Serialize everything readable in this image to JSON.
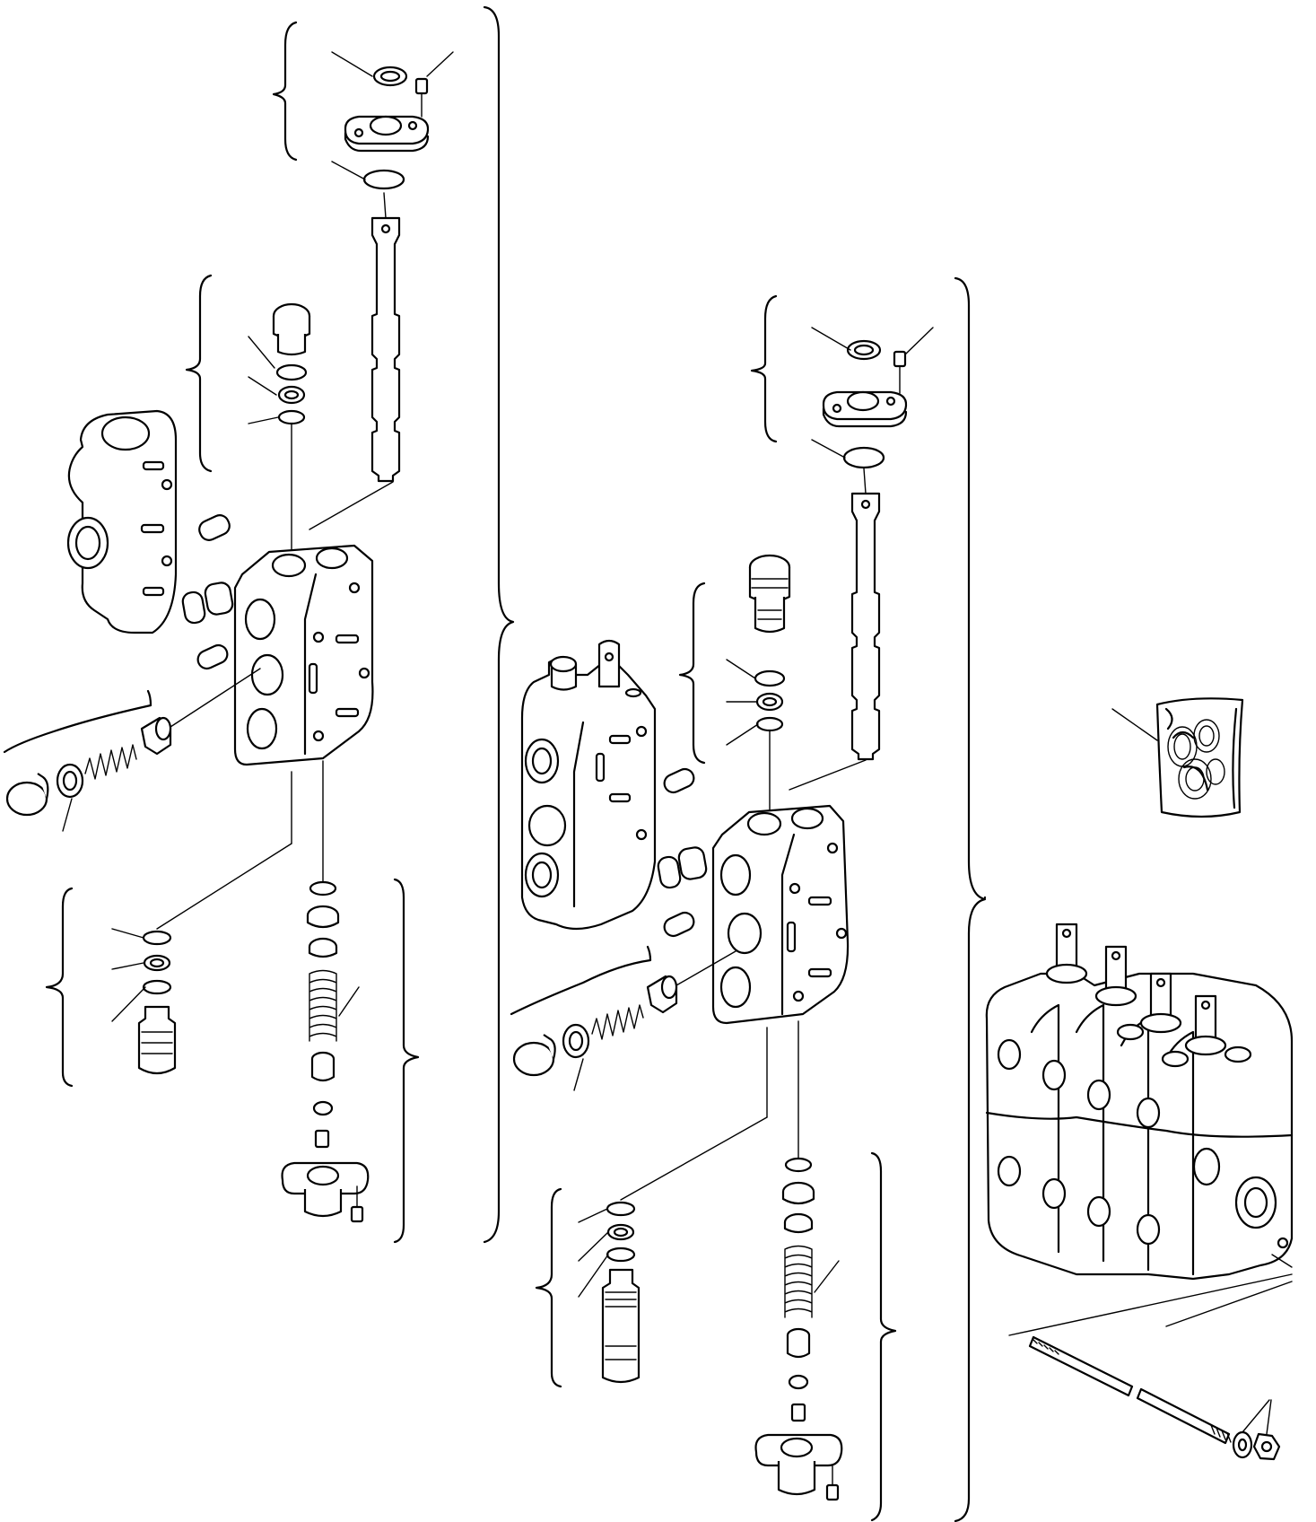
{
  "figure": {
    "kind": "exploded-parts-diagram",
    "labels": [],
    "colors": {
      "ink": "#000000",
      "paper": "#ffffff"
    },
    "icons": [
      "valve-section-a",
      "valve-section-b",
      "control-valve-assembly",
      "seal-kit-bag",
      "tie-rod"
    ]
  }
}
